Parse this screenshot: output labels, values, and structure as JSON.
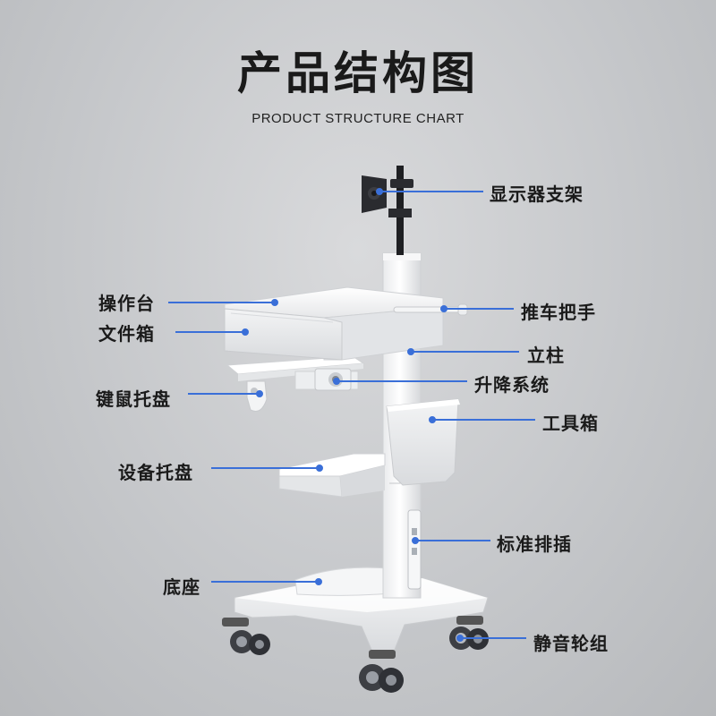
{
  "title": "产品结构图",
  "subtitle": "PRODUCT STRUCTURE CHART",
  "accent_color": "#3a6fd8",
  "labels": {
    "monitor_bracket": "显示器支架",
    "work_top": "操作台",
    "file_box": "文件箱",
    "keyboard_tray": "键鼠托盘",
    "equipment_tray": "设备托盘",
    "base": "底座",
    "push_handle": "推车把手",
    "column": "立柱",
    "lift_system": "升降系统",
    "tool_box": "工具箱",
    "power_strip": "标准排插",
    "silent_casters": "静音轮组"
  }
}
